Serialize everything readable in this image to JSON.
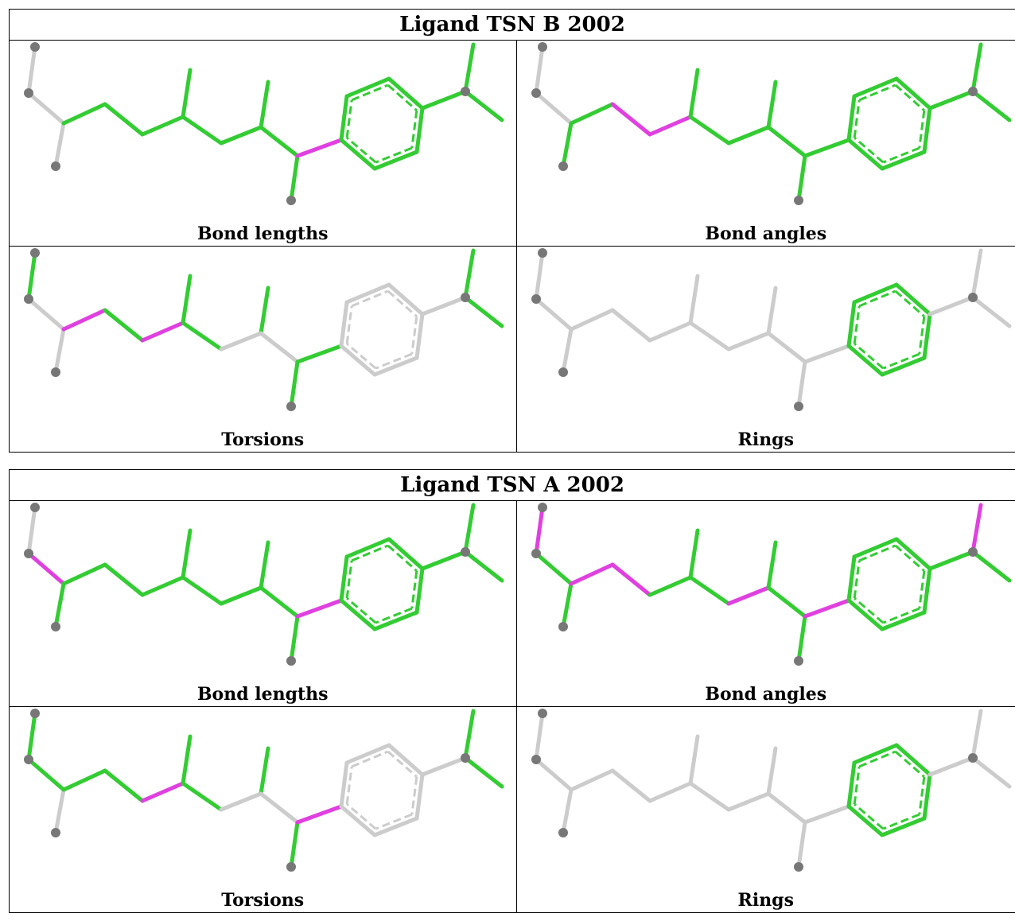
{
  "colors": {
    "ok": "#33cc33",
    "outlier": "#e040e0",
    "neutral": "#cccccc",
    "atom": "#777777"
  },
  "tables": [
    {
      "title": "Ligand TSN B 2002",
      "panels": [
        {
          "caption": "Bond lengths",
          "outliers": [
            "b13"
          ],
          "grey": [
            "b1",
            "b2",
            "b3"
          ],
          "greyAromatic": false
        },
        {
          "caption": "Bond angles",
          "outliers": [
            "b5",
            "b6"
          ],
          "grey": [
            "b1",
            "b2"
          ],
          "greyAromatic": false
        },
        {
          "caption": "Torsions",
          "outliers": [
            "b4",
            "b6"
          ],
          "grey": [
            "b2",
            "b3",
            "b9",
            "b11",
            "b14",
            "ring"
          ],
          "greyAromatic": true
        },
        {
          "caption": "Rings",
          "outliers": [],
          "grey": [
            "chain"
          ],
          "greyAromatic": false
        }
      ]
    },
    {
      "title": "Ligand TSN A 2002",
      "panels": [
        {
          "caption": "Bond lengths",
          "outliers": [
            "b13",
            "b2"
          ],
          "grey": [
            "b1"
          ],
          "greyAromatic": false
        },
        {
          "caption": "Bond angles",
          "outliers": [
            "b1",
            "b4",
            "b5",
            "b9",
            "b13",
            "b15"
          ],
          "grey": [],
          "greyAromatic": false
        },
        {
          "caption": "Torsions",
          "outliers": [
            "b6",
            "b13"
          ],
          "grey": [
            "b3",
            "b9",
            "b11",
            "b14",
            "ring"
          ],
          "greyAromatic": true
        },
        {
          "caption": "Rings",
          "outliers": [],
          "grey": [
            "chain"
          ],
          "greyAromatic": false
        }
      ]
    }
  ]
}
